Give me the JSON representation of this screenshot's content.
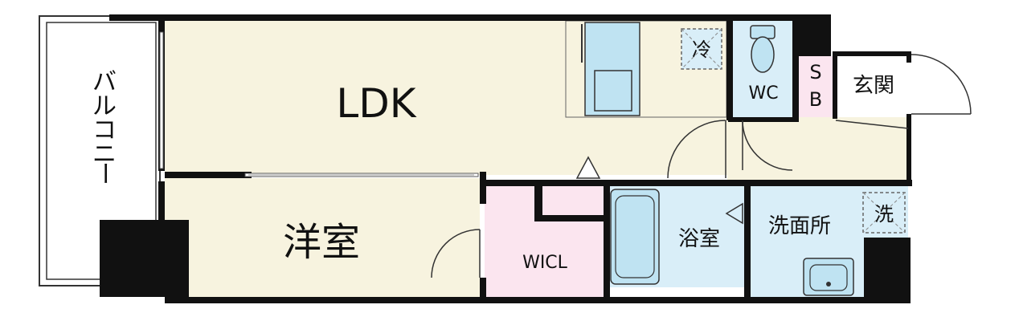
{
  "rooms": {
    "ldk": "LDK",
    "western_room": "洋室",
    "walk_in_closet": "WICL",
    "bathroom": "浴室",
    "washroom": "洗面所",
    "toilet": "WC",
    "shoe_box_top": "S",
    "shoe_box_bottom": "B",
    "entrance": "玄関",
    "balcony": [
      "バ",
      "ル",
      "コ",
      "ニ",
      "ー"
    ]
  },
  "appliances": {
    "fridge": "冷",
    "washer": "洗"
  },
  "colors": {
    "ldk_floor": "#f7f3df",
    "closet": "#fbe5ef",
    "wet_area": "#d9eef8",
    "wall": "#111111",
    "fixture": "#bfe3f2"
  }
}
